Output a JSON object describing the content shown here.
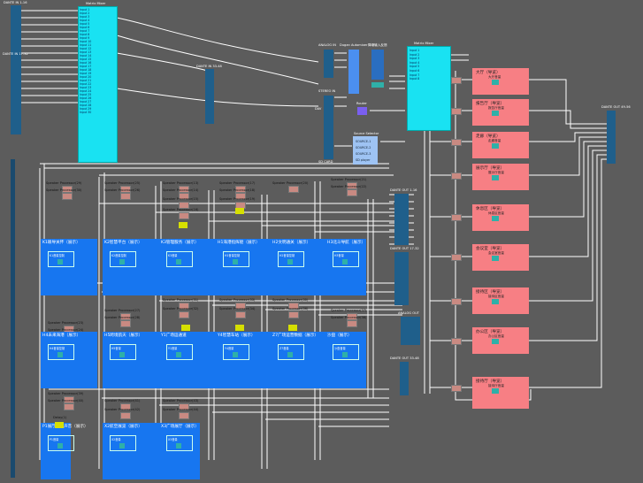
{
  "header_labels": {
    "dante_in_1_16": "DANTE IN 1-16",
    "dante_in_17_32": "DANTE IN 17-32",
    "matrix_mixer": "Matrix Mixer",
    "dante_in_33_48": "DANTE IN 33-48",
    "analog_in": "ANALOG IN",
    "dugan": "Dugan Automixer",
    "feedback": "降噪输入反馈",
    "stereo_in": "STEREO IN",
    "dav": "DAV",
    "source_selector": "Source Selector",
    "sd_card": "SD CARD",
    "router": "Router",
    "matrix_mixer_2": "Matrix Mixer",
    "dante_out_1_16": "DANTE OUT 1-16",
    "dante_out_17_32": "DANTE OUT 17-32",
    "dante_out_33_48": "DANTE OUT 33-48",
    "analog_out": "ANALOG OUT",
    "dante_out_49_56": "DANTE OUT 49-56"
  },
  "matrix_rows": [
    "Input 1",
    "Input 2",
    "Input 3",
    "Input 4",
    "Input 5",
    "Input 6",
    "Input 7",
    "Input 8",
    "Input 9",
    "Input 10",
    "Input 11",
    "Input 12",
    "Input 13",
    "Input 14",
    "Input 15",
    "Input 16",
    "Input 17",
    "Input 18",
    "Input 19",
    "Input 20",
    "Input 21",
    "Input 22",
    "Input 23",
    "Input 24",
    "Input 25",
    "Input 26",
    "Input 27",
    "Input 28",
    "Input 29",
    "Input 30",
    "Input 31",
    "Input 32"
  ],
  "source_selector_items": [
    "SOURCE-1",
    "SOURCE-2",
    "SOURCE-3",
    "SD player"
  ],
  "speaker_processor_labels": [
    "Speaker Processor(29)",
    "Speaker Processor(30)",
    "Speaker Processor(25)",
    "Speaker Processor(26)",
    "Speaker Processor(13)",
    "Speaker Processor(14)",
    "Speaker Processor(15)",
    "Speaker Processor(16)",
    "Speaker Processor(17)",
    "Speaker Processor(18)",
    "Speaker Processor(19)",
    "Speaker Processor(20)",
    "Speaker Processor(21)",
    "Speaker Processor(22)",
    "Speaker Processor(23)",
    "Speaker Processor(24)",
    "Speaker Processor(27)",
    "Speaker Processor(28)",
    "Speaker Processor(31)",
    "Speaker Processor(32)",
    "Speaker Processor(33)",
    "Speaker Processor(34)",
    "Speaker Processor(35)",
    "Speaker Processor(36)",
    "Speaker Processor(37)",
    "Speaker Processor(38)",
    "Speaker Processor(39)",
    "Speaker Processor(40)",
    "Speaker Processor(41)",
    "Speaker Processor(42)",
    "Speaker Processor(43)",
    "Speaker Processor(44)"
  ],
  "delay_label": "Delay(1)",
  "zones_blue": [
    {
      "title": "K1眼导关怀（展示）",
      "inner": "K1音量控制"
    },
    {
      "title": "K2智慧平台（展示）",
      "inner": "K2音量控制"
    },
    {
      "title": "K3管理服务（展示）",
      "inner": "K3音量"
    },
    {
      "title": "H1海港指挥舱（展示）",
      "inner": "H1音量控制"
    },
    {
      "title": "H2文明通关（展示）",
      "inner": "H2音量控制"
    },
    {
      "title": "H3北斗导航（展示）",
      "inner": "H3音量"
    },
    {
      "title": "H4未来海港（展示）",
      "inner": "H4音量控制"
    },
    {
      "title": "H5跨境航天（展示）",
      "inner": "H5音量"
    },
    {
      "title": "Y1广场运通道",
      "inner": "Y1音量"
    },
    {
      "title": "Y4智慧车站（展示）",
      "inner": "Y4音量"
    },
    {
      "title": "Z7广场运营数据（展示）",
      "inner": "Z7音量"
    },
    {
      "title": "沙盘（展示）",
      "inner": "沙盘音量"
    },
    {
      "title": "P1展厅沉浸声音（展示）",
      "inner": "P1音量"
    },
    {
      "title": "X2航空展览（展示）",
      "inner": "X2音量"
    },
    {
      "title": "X3广场展厅（展示）",
      "inner": "X3音量"
    }
  ],
  "zones_pink": [
    {
      "title": "大厅（导览）",
      "sub": "大厅音量"
    },
    {
      "title": "报告厅（导览）",
      "sub": "报告厅音量"
    },
    {
      "title": "走廊（导览）",
      "sub": "走廊音量"
    },
    {
      "title": "展示厅（导览）",
      "sub": "展示厅音量"
    },
    {
      "title": "休息区（导览）",
      "sub": "休息区音量"
    },
    {
      "title": "会议室（导览）",
      "sub": "会议室音量"
    },
    {
      "title": "接待区（导览）",
      "sub": "接待区音量"
    },
    {
      "title": "办公区（导览）",
      "sub": "办公区音量"
    },
    {
      "title": "接待厅（导览）",
      "sub": "接待厅音量"
    }
  ],
  "colors": {
    "background": "#5c5c5c",
    "dante": "#1f5f8b",
    "matrix": "#19e2f2",
    "zone": "#1776f0",
    "pink": "#f77f84",
    "processor": "#c98a82",
    "delay": "#d6df00",
    "wire": "#ffffff"
  }
}
